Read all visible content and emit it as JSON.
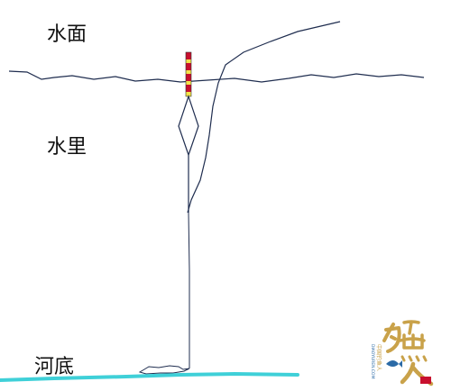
{
  "labels": {
    "water_surface": "水面",
    "underwater": "水里",
    "riverbed": "河底"
  },
  "watermark": {
    "logo_text": "钓鱼人",
    "side_text": "中国钓鱼人",
    "url_text": "DIAOYUREN.COM"
  },
  "colors": {
    "line": "#1f2d4f",
    "riverbed": "#3fd0d8",
    "float_red": "#c8102e",
    "float_yellow": "#f2e34a",
    "logo_gold": "#c9a24a",
    "logo_blue": "#2b6aa6"
  }
}
